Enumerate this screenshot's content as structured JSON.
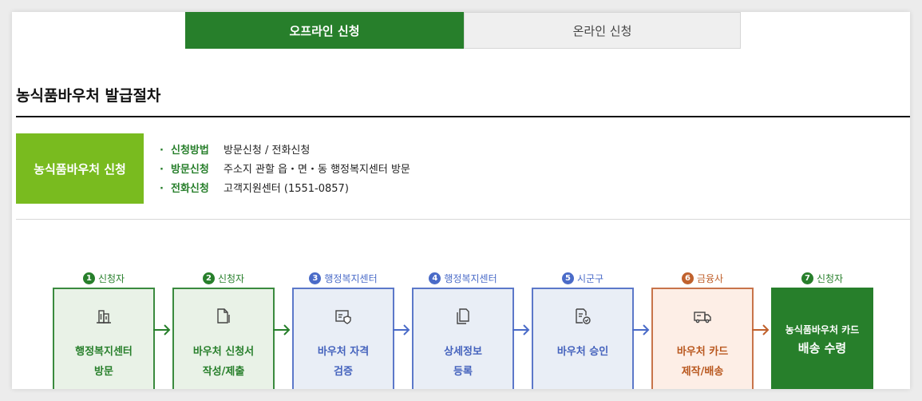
{
  "tabs": [
    {
      "label": "오프라인 신청",
      "active": true
    },
    {
      "label": "온라인 신청",
      "active": false
    }
  ],
  "section_title": "농식품바우처 발급절차",
  "apply_box": {
    "label": "농식품바우처 신청"
  },
  "info": [
    {
      "bullet": "·",
      "label": "신청방법",
      "value": "방문신청 / 전화신청"
    },
    {
      "bullet": "·",
      "label": "방문신청",
      "value": "주소지 관할 읍・면・동 행정복지센터 방문"
    },
    {
      "bullet": "·",
      "label": "전화신청",
      "value": "고객지원센터 (1551-0857)"
    }
  ],
  "steps": [
    {
      "num": "1",
      "role": "신청자",
      "label": "행정복지센터\n방문",
      "icon": "building-icon"
    },
    {
      "num": "2",
      "role": "신청자",
      "label": "바우처 신청서\n작성/제출",
      "icon": "document-pen-icon"
    },
    {
      "num": "3",
      "role": "행정복지센터",
      "label": "바우처 자격\n검증",
      "icon": "verify-shield-icon"
    },
    {
      "num": "4",
      "role": "행정복지센터",
      "label": "상세정보\n등록",
      "icon": "copy-document-icon"
    },
    {
      "num": "5",
      "role": "시군구",
      "label": "바우처 승인",
      "icon": "approval-document-icon"
    },
    {
      "num": "6",
      "role": "금융사",
      "label": "바우처 카드\n제작/배송",
      "icon": "delivery-truck-icon"
    },
    {
      "num": "7",
      "role": "신청자",
      "label_small": "농식품바우처 카드",
      "label_large": "배송 수령"
    }
  ],
  "colors": {
    "green": "#277f2b",
    "lime": "#79bb1f",
    "blue": "#4a6bc8",
    "orange": "#c0612d"
  }
}
